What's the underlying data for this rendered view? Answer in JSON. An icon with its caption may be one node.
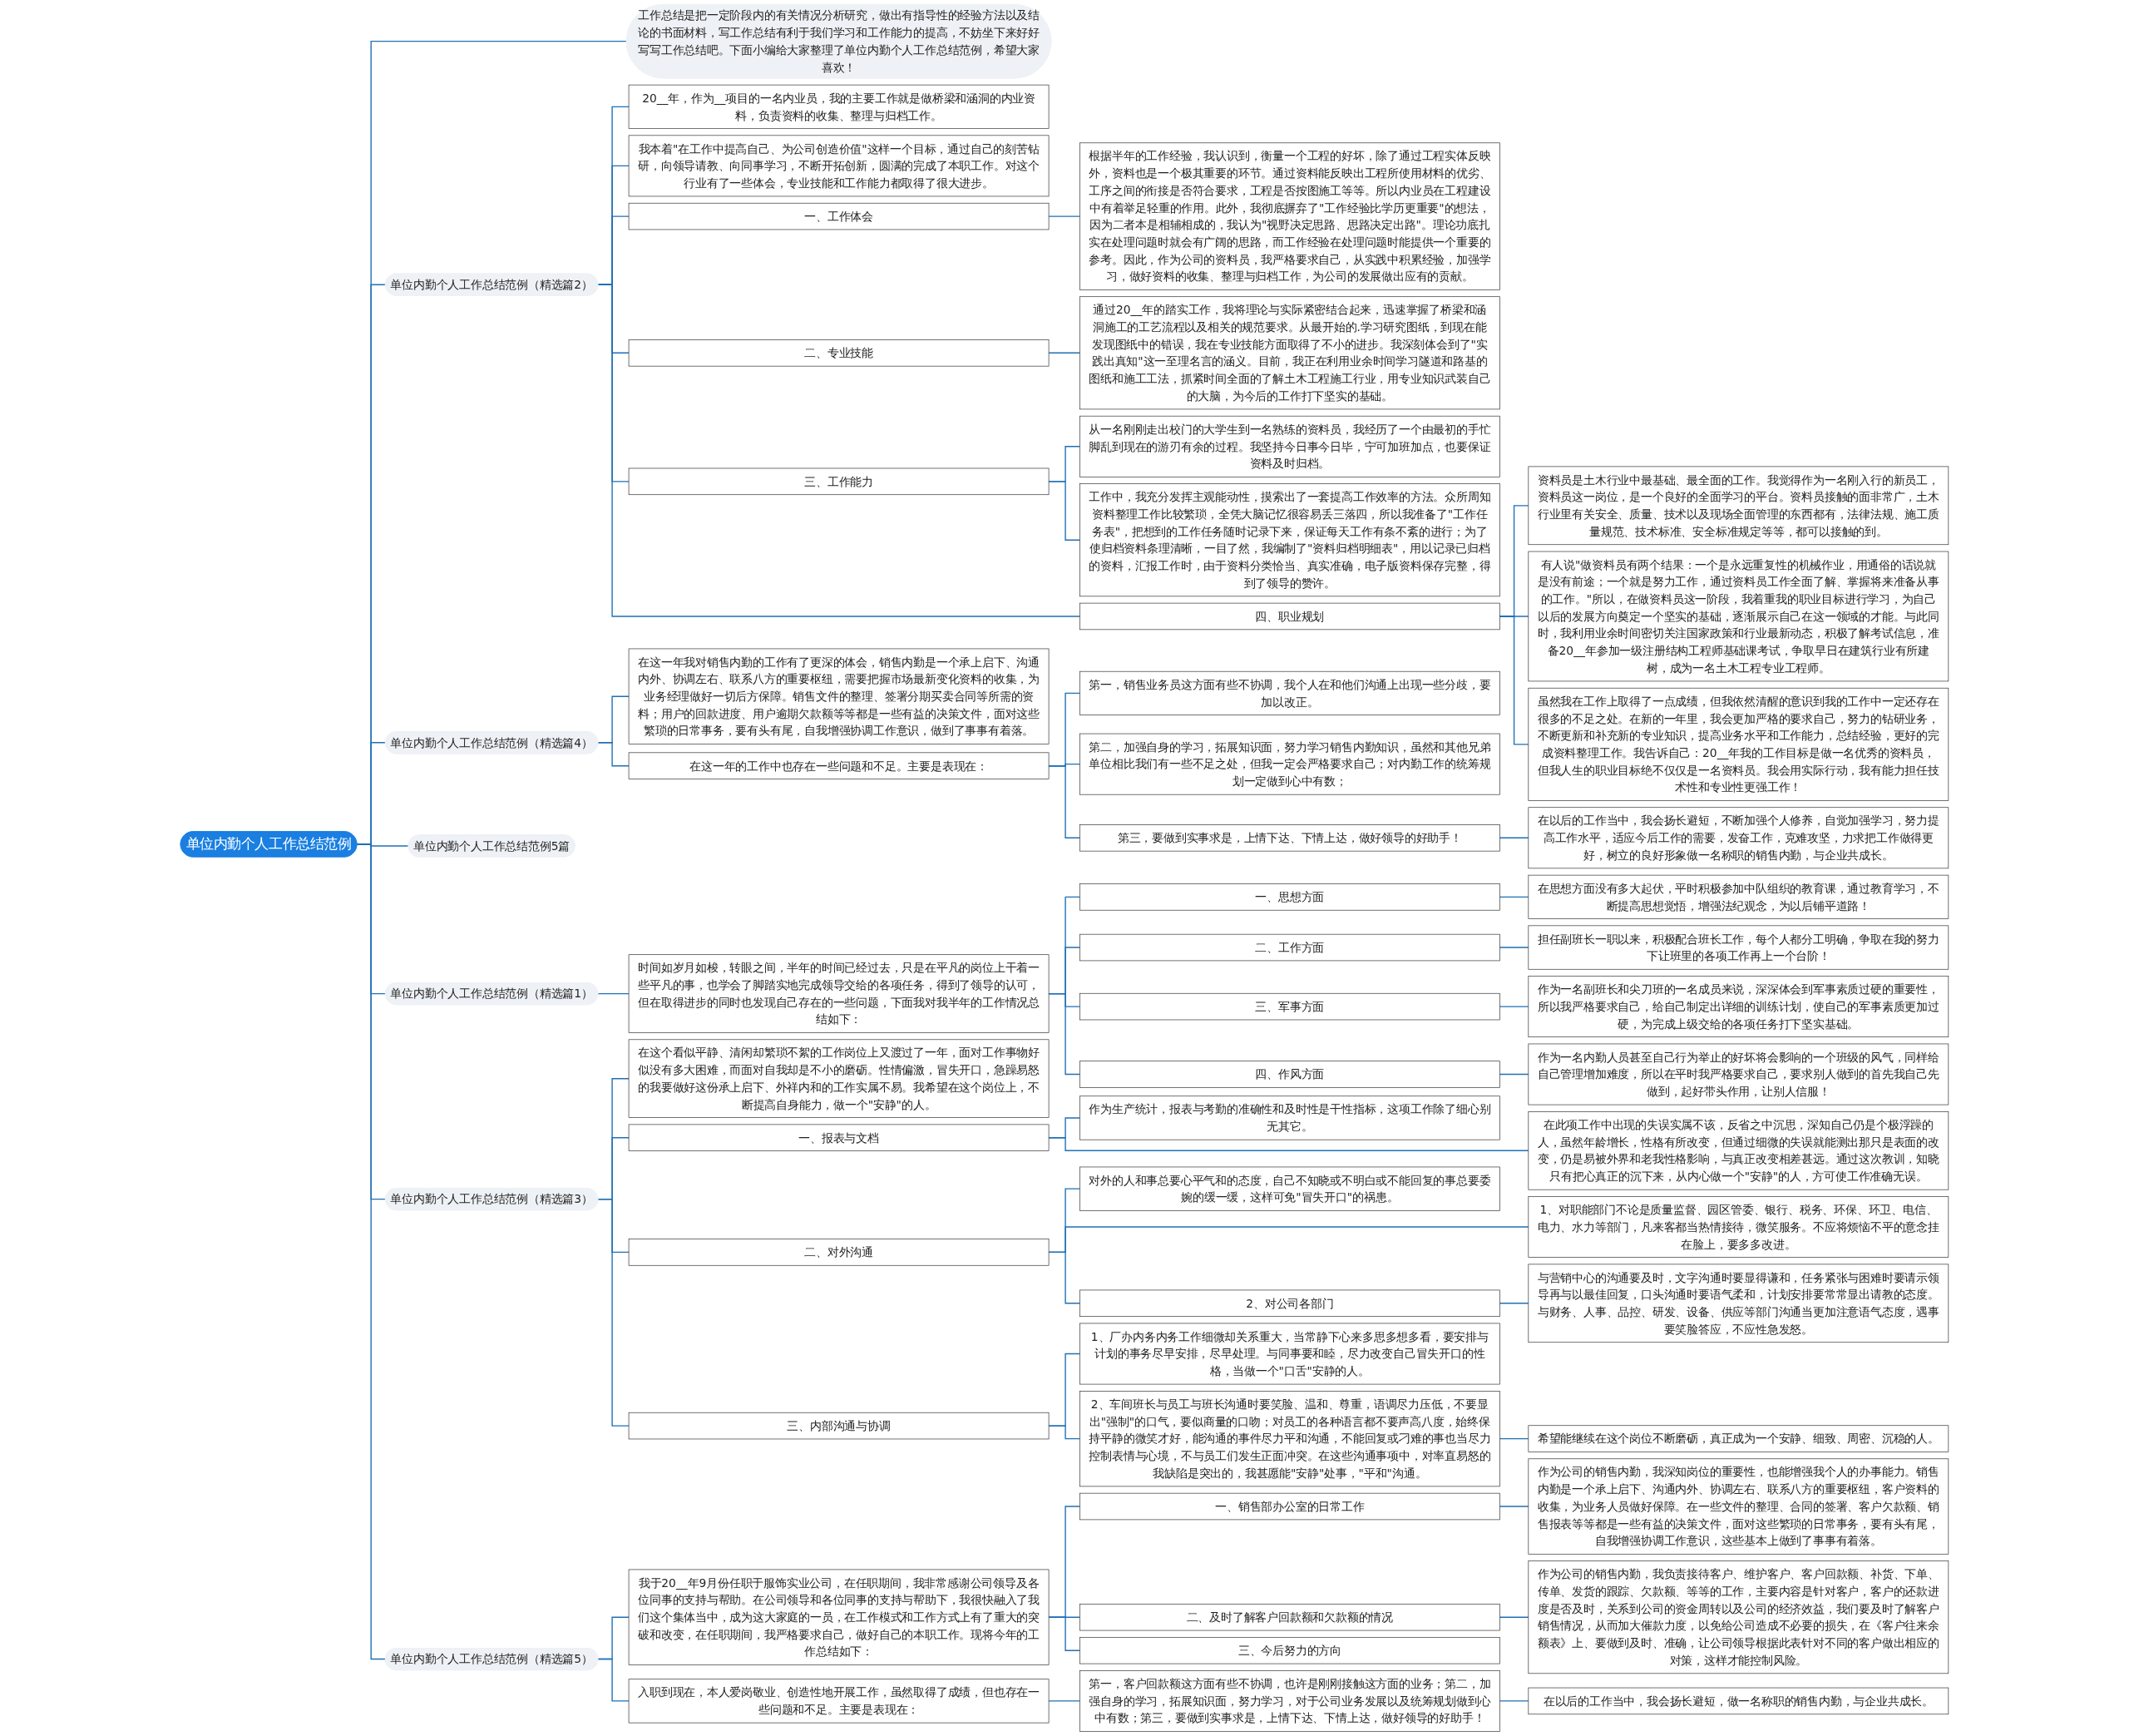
{
  "diagram": {
    "nodes": [
      {
        "text": [
          "单位内勤个人工作总结范例"
        ]
      },
      {
        "text": [
          "工作总结是把一定阶段内的有关情况分析研究，做出有指导性的经验方法以及结论的书面材料，写工作总结有利于我们学习和工作能力的提高，不妨坐下来好好写写工作总结吧。下面小编给大家整理了单位内勤个人工作总结范例，希望大家喜欢！"
        ]
      },
      {
        "text": [
          "单位内勤个人工作总结范例（精选篇2）"
        ]
      },
      {
        "text": [
          "20__年，作为__项目的一名内业员，我的主要工作就是做桥梁和涵洞的内业资料，负责资料的收集、整理与归档工作。"
        ]
      },
      {
        "text": [
          "我本着\"在工作中提高自己、为公司创造价值\"这样一个目标，通过自己的刻苦钻研，向领导请教、向同事学习，不断开拓创新，圆满的完成了本职工作。对这个行业有了一些体会，专业技能和工作能力都取得了很大进步。"
        ]
      },
      {
        "text": [
          "一、工作体会"
        ]
      },
      {
        "text": [
          "根据半年的工作经验，我认识到，衡量一个工程的好坏，除了通过工程实体反映外，资料也是一个极其重要的环节。通过资料能反映出工程所使用材料的优劣、工序之间的衔接是否符合要求，工程是否按图施工等等。所以内业员在工程建设中有着举足轻重的作用。此外，我彻底摒弃了\"工作经验比学历更重要\"的想法，因为二者本是相辅相成的，我认为\"视野决定思路、思路决定出路\"。理论功底扎实在处理问题时就会有广阔的思路，而工作经验在处理问题时能提供一个重要的参考。因此，作为公司的资料员，我严格要求自己，从实践中积累经验，加强学习，做好资料的收集、整理与归档工作，为公司的发展做出应有的贡献。"
        ]
      },
      {
        "text": [
          "二、专业技能"
        ]
      },
      {
        "text": [
          "通过20__年的踏实工作，我将理论与实际紧密结合起来，迅速掌握了桥梁和涵洞施工的工艺流程以及相关的规范要求。从最开始的.学习研究图纸，到现在能发现图纸中的错误，我在专业技能方面取得了不小的进步。我深刻体会到了\"实践出真知\"这一至理名言的涵义。目前，我正在利用业余时间学习隧道和路基的图纸和施工工法，抓紧时间全面的了解土木工程施工行业，用专业知识武装自己的大脑，为今后的工作打下坚实的基础。"
        ]
      },
      {
        "text": [
          "三、工作能力"
        ]
      },
      {
        "text": [
          "从一名刚刚走出校门的大学生到一名熟练的资料员，我经历了一个由最初的手忙脚乱到现在的游刃有余的过程。我坚持今日事今日毕，宁可加班加点，也要保证资料及时归档。"
        ]
      },
      {
        "text": [
          "工作中，我充分发挥主观能动性，摸索出了一套提高工作效率的方法。众所周知资料整理工作比较繁琐，全凭大脑记忆很容易丢三落四，所以我准备了\"工作任务表\"，把想到的工作任务随时记录下来，保证每天工作有条不紊的进行；为了使归档资料条理清晰，一目了然，我编制了\"资料归档明细表\"，用以记录已归档的资料，汇报工作时，由于资料分类恰当、真实准确，电子版资料保存完整，得到了领导的赞许。"
        ]
      },
      {
        "text": [
          "四、职业规划"
        ]
      },
      {
        "text": [
          "资料员是土木行业中最基础、最全面的工作。我觉得作为一名刚入行的新员工，资料员这一岗位，是一个良好的全面学习的平台。资料员接触的面非常广，土木行业里有关安全、质量、技术以及现场全面管理的东西都有，法律法规、施工质量规范、技术标准、安全标准规定等等，都可以接触的到。"
        ]
      },
      {
        "text": [
          "有人说\"做资料员有两个结果：一个是永远重复性的机械作业，用通俗的话说就是没有前途；一个就是努力工作，通过资料员工作全面了解、掌握将来准备从事的工作。\"所以，在做资料员这一阶段，我着重我的职业目标进行学习，为自己以后的发展方向奠定一个坚实的基础，逐渐展示自己在这一领域的才能。与此同时，我利用业余时间密切关注国家政策和行业最新动态，积极了解考试信息，准备20__年参加一级注册结构工程师基础课考试，争取早日在建筑行业有所建树，成为一名土木工程专业工程师。"
        ]
      },
      {
        "text": [
          "虽然我在工作上取得了一点成绩，但我依然清醒的意识到我的工作中一定还存在很多的不足之处。在新的一年里，我会更加严格的要求自己，努力的钻研业务，不断更新和补充新的专业知识，提高业务水平和工作能力，总结经验，更好的完成资料整理工作。我告诉自己：20__年我的工作目标是做一名优秀的资料员，但我人生的职业目标绝不仅仅是一名资料员。我会用实际行动，我有能力担任技术性和专业性更强工作！"
        ]
      },
      {
        "text": [
          "单位内勤个人工作总结范例（精选篇4）"
        ]
      },
      {
        "text": [
          "在这一年我对销售内勤的工作有了更深的体会，销售内勤是一个承上启下、沟通内外、协调左右、联系八方的重要枢纽，需要把握市场最新变化资料的收集，为业务经理做好一切后方保障。销售文件的整理、签署分期买卖合同等所需的资料；用户的回款进度、用户逾期欠款额等等都是一些有益的决策文件，面对这些繁琐的日常事务，要有头有尾，自我增强协调工作意识，做到了事事有着落。"
        ]
      },
      {
        "text": [
          "在这一年的工作中也存在一些问题和不足。主要是表现在："
        ]
      },
      {
        "text": [
          "第一，销售业务员这方面有些不协调，我个人在和他们沟通上出现一些分歧，要加以改正。"
        ]
      },
      {
        "text": [
          "第二，加强自身的学习，拓展知识面，努力学习销售内勤知识，虽然和其他兄弟单位相比我们有一些不足之处，但我一定会严格要求自己；对内勤工作的统筹规划一定做到心中有数；"
        ]
      },
      {
        "text": [
          "第三，要做到实事求是，上情下达、下情上达，做好领导的好助手！"
        ]
      },
      {
        "text": [
          "在以后的工作当中，我会扬长避短，不断加强个人修养，自觉加强学习，努力提高工作水平，适应今后工作的需要，发奋工作，克难攻坚，力求把工作做得更好，树立的良好形象做一名称职的销售内勤，与企业共成长。"
        ]
      },
      {
        "text": [
          "单位内勤个人工作总结范例5篇"
        ]
      },
      {
        "text": [
          "单位内勤个人工作总结范例（精选篇1）"
        ]
      },
      {
        "text": [
          "时间如岁月如梭，转眼之间，半年的时间已经过去，只是在平凡的岗位上干着一些平凡的事，也学会了脚踏实地完成领导交给的各项任务，得到了领导的认可，但在取得进步的同时也发现自己存在的一些问题，下面我对我半年的工作情况总结如下："
        ]
      },
      {
        "text": [
          "一、思想方面"
        ]
      },
      {
        "text": [
          "在思想方面没有多大起伏，平时积极参加中队组织的教育课，通过教育学习，不断提高思想觉悟，增强法纪观念，为以后铺平道路！"
        ]
      },
      {
        "text": [
          "二、工作方面"
        ]
      },
      {
        "text": [
          "担任副班长一职以来，积极配合班长工作，每个人都分工明确，争取在我的努力下让班里的各项工作再上一个台阶！"
        ]
      },
      {
        "text": [
          "三、军事方面"
        ]
      },
      {
        "text": [
          "作为一名副班长和尖刀班的一名成员来说，深深体会到军事素质过硬的重要性，所以我严格要求自己，给自己制定出详细的训练计划，使自己的军事素质更加过硬，为完成上级交给的各项任务打下坚实基础。"
        ]
      },
      {
        "text": [
          "四、作风方面"
        ]
      },
      {
        "text": [
          "作为一名内勤人员甚至自己行为举止的好坏将会影响的一个班级的风气，同样给自己管理增加难度，所以在平时我严格要求自己，要求别人做到的首先我自己先做到，起好带头作用，让别人信服！"
        ]
      },
      {
        "text": [
          "单位内勤个人工作总结范例（精选篇3）"
        ]
      },
      {
        "text": [
          "在这个看似平静、清闲却繁琐不絮的工作岗位上又渡过了一年，面对工作事物好似没有多大困难，而面对自我却是不小的磨砺。性情偏激，冒失开口，急躁易怒的我要做好这份承上启下、外祥内和的工作实属不易。我希望在这个岗位上，不断提高自身能力，做一个\"安静\"的人。"
        ]
      },
      {
        "text": [
          "一、报表与文档"
        ]
      },
      {
        "text": [
          "作为生产统计，报表与考勤的准确性和及时性是干性指标，这项工作除了细心别无其它。"
        ]
      },
      {
        "text": [
          "在此项工作中出现的失误实属不该，反省之中沉思，深知自己仍是个极浮躁的人，虽然年龄增长，性格有所改变，但通过细微的失误就能测出那只是表面的改变，仍是易被外界和老我性格影响，与真正改变相差甚远。通过这次教训，知晓只有把心真正的沉下来，从内心做一个\"安静\"的人，方可使工作准确无误。"
        ]
      },
      {
        "text": [
          "二、对外沟通"
        ]
      },
      {
        "text": [
          "对外的人和事总要心平气和的态度，自己不知晓或不明白或不能回复的事总要委婉的缓一缓，这样可免\"冒失开口\"的祸患。"
        ]
      },
      {
        "text": [
          "1、对职能部门不论是质量监督、园区管委、银行、税务、环保、环卫、电信、电力、水力等部门，凡来客都当热情接待，微笑服务。不应将烦恼不平的意念挂在脸上，要多多改进。"
        ]
      },
      {
        "text": [
          "2、对公司各部门"
        ]
      },
      {
        "text": [
          "与营销中心的沟通要及时，文字沟通时要显得谦和，任务紧张与困难时要请示领导再与以最佳回复，口头沟通时要语气柔和，计划安排要常常显出请教的态度。与财务、人事、品控、研发、设备、供应等部门沟通当更加注意语气态度，遇事要笑脸答应，不应性急发怒。"
        ]
      },
      {
        "text": [
          "三、内部沟通与协调"
        ]
      },
      {
        "text": [
          "1、厂办内务内务工作细微却关系重大，当常静下心来多思多想多看，要安排与计划的事务尽早安排，尽早处理。与同事要和睦，尽力改变自己冒失开口的性格，当做一个\"口舌\"安静的人。"
        ]
      },
      {
        "text": [
          "2、车间班长与员工与班长沟通时要笑脸、温和、尊重，语调尽力压低，不要显出\"强制\"的口气，要似商量的口吻；对员工的各种语言都不要声高八度，始终保持平静的微笑才好，能沟通的事件尽力平和沟通，不能回复或刁难的事也当尽力控制表情与心境，不与员工们发生正面冲突。在这些沟通事项中，对率直易怒的我缺陷是突出的，我甚愿能\"安静\"处事，\"平和\"沟通。"
        ]
      },
      {
        "text": [
          "希望能继续在这个岗位不断磨砺，真正成为一个安静、细致、周密、沉稳的人。"
        ]
      },
      {
        "text": [
          "单位内勤个人工作总结范例（精选篇5）"
        ]
      },
      {
        "text": [
          "我于20__年9月份任职于服饰实业公司，在任职期间，我非常感谢公司领导及各位同事的支持与帮助。在公司领导和各位同事的支持与帮助下，我很快融入了我们这个集体当中，成为这大家庭的一员，在工作模式和工作方式上有了重大的突破和改变，在任职期间，我严格要求自己，做好自己的本职工作。现将今年的工作总结如下："
        ]
      },
      {
        "text": [
          "一、销售部办公室的日常工作"
        ]
      },
      {
        "text": [
          "作为公司的销售内勤，我深知岗位的重要性，也能增强我个人的办事能力。销售内勤是一个承上启下、沟通内外、协调左右、联系八方的重要枢纽，客户资料的收集，为业务人员做好保障。在一些文件的整理、合同的签署、客户欠款额、销售报表等等都是一些有益的决策文件，面对这些繁琐的日常事务，要有头有尾，自我增强协调工作意识，这些基本上做到了事事有着落。"
        ]
      },
      {
        "text": [
          "二、及时了解客户回款额和欠款额的情况"
        ]
      },
      {
        "text": [
          "作为公司的销售内勤，我负责接待客户、维护客户、客户回款额、补货、下单、传单、发货的跟踪、欠款额、等等的工作，主要内容是针对客户，客户的还款进度是否及时，关系到公司的资金周转以及公司的经济效益，我们要及时了解客户销售情况，从而加大催款力度，以免给公司造成不必要的损失，在《客户往来余额表》上、要做到及时、准确，让公司领导根据此表针对不同的客户做出相应的对策，这样才能控制风险。"
        ]
      },
      {
        "text": [
          "三、今后努力的方向"
        ]
      },
      {
        "text": [
          "入职到现在，本人爱岗敬业、创造性地开展工作，虽然取得了成绩，但也存在一些问题和不足。主要是表现在："
        ]
      },
      {
        "text": [
          "第一，客户回款额这方面有些不协调，也许是刚刚接触这方面的业务；第二，加强自身的学习，拓展知识面，努力学习，对于公司业务发展以及统筹规划做到心中有数；第三，要做到实事求是，上情下达、下情上达，做好领导的好助手！"
        ]
      },
      {
        "text": [
          "在以后的工作当中，我会扬长避短，做一名称职的销售内勤，与企业共成长。"
        ]
      }
    ],
    "edges": [
      {
        "from": 0,
        "to": 1,
        "arrow": "none"
      },
      {
        "from": 0,
        "to": 2,
        "arrow": "none"
      },
      {
        "from": 2,
        "to": 3,
        "arrow": "none"
      },
      {
        "from": 2,
        "to": 4,
        "arrow": "none"
      },
      {
        "from": 2,
        "to": 5,
        "arrow": "none"
      },
      {
        "from": 5,
        "to": 6,
        "arrow": "none"
      },
      {
        "from": 2,
        "to": 7,
        "arrow": "none"
      },
      {
        "from": 7,
        "to": 8,
        "arrow": "none"
      },
      {
        "from": 2,
        "to": 9,
        "arrow": "none"
      },
      {
        "from": 9,
        "to": 10,
        "arrow": "none"
      },
      {
        "from": 9,
        "to": 11,
        "arrow": "none"
      },
      {
        "from": 2,
        "to": 12,
        "arrow": "none"
      },
      {
        "from": 12,
        "to": 13,
        "arrow": "none"
      },
      {
        "from": 12,
        "to": 14,
        "arrow": "none"
      },
      {
        "from": 12,
        "to": 15,
        "arrow": "none"
      },
      {
        "from": 0,
        "to": 16,
        "arrow": "none"
      },
      {
        "from": 16,
        "to": 17,
        "arrow": "none"
      },
      {
        "from": 16,
        "to": 18,
        "arrow": "none"
      },
      {
        "from": 18,
        "to": 19,
        "arrow": "none"
      },
      {
        "from": 18,
        "to": 20,
        "arrow": "none"
      },
      {
        "from": 18,
        "to": 21,
        "arrow": "none"
      },
      {
        "from": 21,
        "to": 22,
        "arrow": "none"
      },
      {
        "from": 0,
        "to": 23,
        "arrow": "none"
      },
      {
        "from": 0,
        "to": 24,
        "arrow": "none"
      },
      {
        "from": 24,
        "to": 25,
        "arrow": "none"
      },
      {
        "from": 25,
        "to": 26,
        "arrow": "none"
      },
      {
        "from": 26,
        "to": 27,
        "arrow": "none"
      },
      {
        "from": 25,
        "to": 28,
        "arrow": "none"
      },
      {
        "from": 28,
        "to": 29,
        "arrow": "none"
      },
      {
        "from": 25,
        "to": 30,
        "arrow": "none"
      },
      {
        "from": 30,
        "to": 31,
        "arrow": "none"
      },
      {
        "from": 25,
        "to": 32,
        "arrow": "none"
      },
      {
        "from": 32,
        "to": 33,
        "arrow": "none"
      },
      {
        "from": 0,
        "to": 34,
        "arrow": "none"
      },
      {
        "from": 34,
        "to": 35,
        "arrow": "none"
      },
      {
        "from": 34,
        "to": 36,
        "arrow": "none"
      },
      {
        "from": 36,
        "to": 37,
        "arrow": "none"
      },
      {
        "from": 36,
        "to": 38,
        "arrow": "none"
      },
      {
        "from": 34,
        "to": 39,
        "arrow": "none"
      },
      {
        "from": 39,
        "to": 40,
        "arrow": "none"
      },
      {
        "from": 39,
        "to": 41,
        "arrow": "none"
      },
      {
        "from": 39,
        "to": 42,
        "arrow": "none"
      },
      {
        "from": 42,
        "to": 43,
        "arrow": "none"
      },
      {
        "from": 34,
        "to": 44,
        "arrow": "none"
      },
      {
        "from": 44,
        "to": 45,
        "arrow": "none"
      },
      {
        "from": 44,
        "to": 46,
        "arrow": "none"
      },
      {
        "from": 46,
        "to": 47,
        "arrow": "none"
      },
      {
        "from": 0,
        "to": 48,
        "arrow": "none"
      },
      {
        "from": 48,
        "to": 49,
        "arrow": "none"
      },
      {
        "from": 49,
        "to": 50,
        "arrow": "none"
      },
      {
        "from": 50,
        "to": 51,
        "arrow": "none"
      },
      {
        "from": 49,
        "to": 52,
        "arrow": "none"
      },
      {
        "from": 52,
        "to": 53,
        "arrow": "none"
      },
      {
        "from": 49,
        "to": 54,
        "arrow": "none"
      },
      {
        "from": 48,
        "to": 55,
        "arrow": "none"
      },
      {
        "from": 55,
        "to": 56,
        "arrow": "none"
      },
      {
        "from": 56,
        "to": 57,
        "arrow": "none"
      }
    ]
  }
}
